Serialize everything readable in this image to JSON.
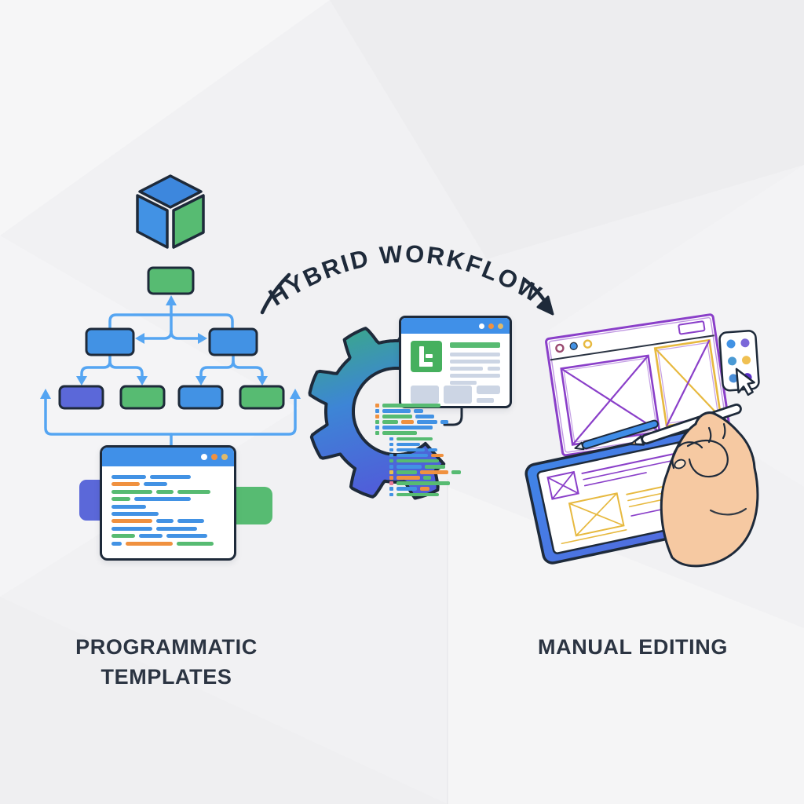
{
  "arc_label": "HYBRID WORKFLOW",
  "labels": {
    "left": "PROGRAMMATIC TEMPLATES",
    "right": "MANUAL EDITING"
  },
  "colors": {
    "ink": "#1e2a3a",
    "text": "#2b3442",
    "blue": "#4292e4",
    "indigo": "#5b68d9",
    "green": "#57bb72",
    "arrow": "#55a5f2",
    "titlebar": "#4090e8",
    "orange": "#f0913f",
    "yellow_dot": "#dfb96a",
    "logo_green": "#46b05e",
    "gray_bar": "#ccd5e4",
    "purple_sketch": "#8a3fc9",
    "yellow_sketch": "#e7b93f",
    "tablet_blue": "#3f86e8",
    "pen_blue": "#3f8de8",
    "skin": "#f6c9a2",
    "skin_light": "#fbe2c8",
    "pink": "#e87a9a",
    "yellow": "#e8c04a",
    "gear_teal": "#3aae7c",
    "gear_blue": "#4f5fd9"
  },
  "left_section": {
    "tree": {
      "root_color": "green",
      "level2_colors": [
        "blue",
        "blue"
      ],
      "level3_colors": [
        "indigo",
        "green",
        "blue",
        "green"
      ]
    },
    "code_window": {
      "dots": [
        "#ffffff",
        "#f0913f",
        "#dfb96a"
      ],
      "lines": [
        [
          [
            "blue",
            44
          ],
          [
            "blue",
            52
          ]
        ],
        [
          [
            "orange",
            36
          ],
          [
            "blue",
            30
          ]
        ],
        [
          [
            "green",
            52
          ],
          [
            "green",
            22
          ],
          [
            "green",
            42
          ]
        ],
        [
          [
            "green",
            24
          ],
          [
            "blue",
            72
          ]
        ],
        [
          [
            "blue",
            44
          ]
        ],
        [
          [
            "blue",
            60
          ]
        ],
        [
          [
            "orange",
            52
          ],
          [
            "blue",
            22
          ],
          [
            "blue",
            34
          ]
        ],
        [
          [
            "blue",
            52
          ],
          [
            "blue",
            52
          ]
        ],
        [
          [
            "green",
            30
          ],
          [
            "blue",
            30
          ],
          [
            "blue",
            52
          ]
        ],
        [
          [
            "blue",
            13
          ],
          [
            "orange",
            60
          ],
          [
            "green",
            47
          ]
        ]
      ]
    }
  },
  "center_section": {
    "browser_window": {
      "logo": "L-logo",
      "dots": [
        "#ffffff",
        "#f0913f",
        "#dfb96a"
      ]
    },
    "code_lines": [
      {
        "indent": 0,
        "bullet": "orange",
        "segments": [
          [
            "green",
            74
          ]
        ]
      },
      {
        "indent": 0,
        "bullet": "blue",
        "segments": [
          [
            "blue",
            36
          ],
          [
            "blue",
            12
          ]
        ]
      },
      {
        "indent": 0,
        "bullet": "orange",
        "segments": [
          [
            "green",
            38
          ],
          [
            "blue",
            24
          ]
        ]
      },
      {
        "indent": 0,
        "bullet": "green",
        "segments": [
          [
            "green",
            20
          ],
          [
            "orange",
            16
          ],
          [
            "blue",
            26
          ],
          [
            "blue",
            10
          ]
        ]
      },
      {
        "indent": 0,
        "bullet": "blue",
        "segments": [
          [
            "blue",
            64
          ]
        ]
      },
      {
        "indent": 0,
        "bullet": "green",
        "segments": [
          [
            "green",
            44
          ]
        ]
      },
      {
        "indent": 1,
        "bullet": "blue",
        "segments": [
          [
            "green",
            46
          ]
        ]
      },
      {
        "indent": 1,
        "bullet": "blue",
        "segments": [
          [
            "blue",
            30
          ]
        ]
      },
      {
        "indent": 1,
        "bullet": "blue",
        "segments": [
          [
            "blue",
            36
          ],
          [
            "blue",
            12
          ]
        ]
      },
      {
        "indent": 1,
        "bullet": "blue",
        "segments": [
          [
            "blue",
            40
          ],
          [
            "orange",
            16
          ]
        ]
      },
      {
        "indent": 1,
        "bullet": "green",
        "segments": [
          [
            "green",
            54
          ]
        ]
      },
      {
        "indent": 1,
        "bullet": "blue",
        "segments": [
          [
            "blue",
            32
          ],
          [
            "green",
            26
          ]
        ]
      },
      {
        "indent": 1,
        "bullet": "yellow",
        "segments": [
          [
            "green",
            26
          ],
          [
            "orange",
            36
          ],
          [
            "green",
            12
          ]
        ]
      },
      {
        "indent": 1,
        "bullet": "orange",
        "segments": [
          [
            "orange",
            30
          ],
          [
            "green",
            10
          ]
        ]
      },
      {
        "indent": 1,
        "bullet": "pink",
        "segments": [
          [
            "green",
            68
          ]
        ]
      },
      {
        "indent": 1,
        "bullet": "blue",
        "segments": [
          [
            "blue",
            26
          ],
          [
            "orange",
            12
          ]
        ]
      },
      {
        "indent": 1,
        "bullet": "blue",
        "segments": [
          [
            "green",
            54
          ]
        ]
      }
    ]
  },
  "right_section": {
    "wireframe_window_dots": [
      "#9a4a70",
      "#4292e4",
      "#e7b93f"
    ],
    "palette_colors": [
      "#4292e4",
      "#7b68d9",
      "#4a9ad4",
      "#f0c052",
      "#4a8ed8",
      "#5b2fc8"
    ]
  }
}
